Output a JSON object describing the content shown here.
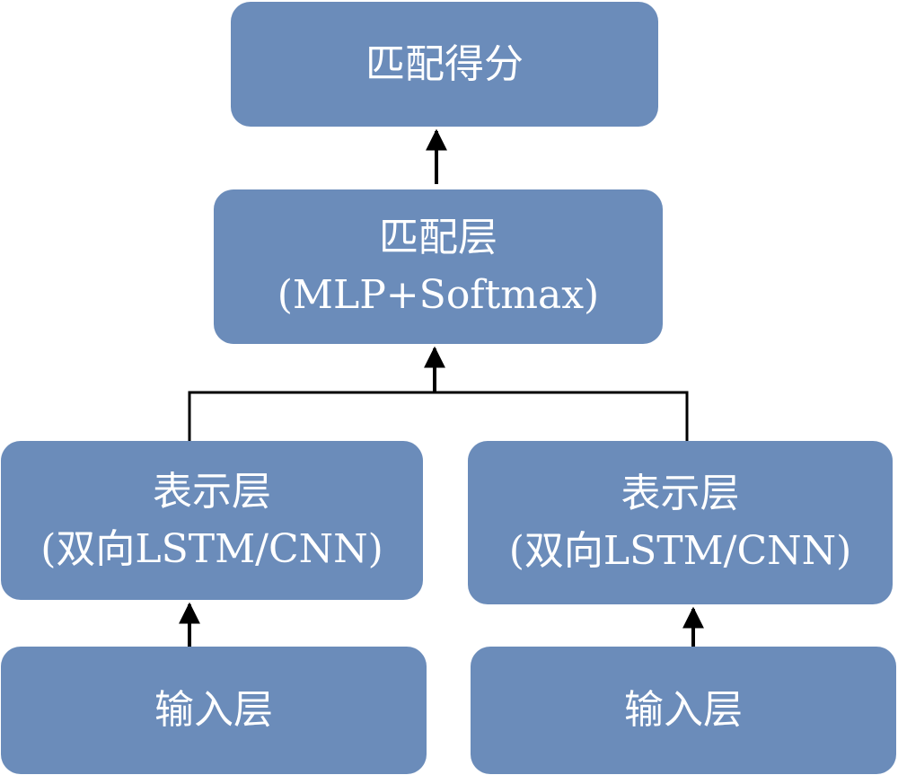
{
  "diagram": {
    "nodes": {
      "score": {
        "lines": [
          "匹配得分"
        ]
      },
      "match": {
        "lines": [
          "匹配层",
          "(MLP+Softmax)"
        ]
      },
      "rep_left": {
        "lines": [
          "表示层",
          "(双向LSTM/CNN)"
        ]
      },
      "rep_right": {
        "lines": [
          "表示层",
          "(双向LSTM/CNN)"
        ]
      },
      "input_left": {
        "lines": [
          "输入层"
        ]
      },
      "input_right": {
        "lines": [
          "输入层"
        ]
      }
    },
    "edges": [
      {
        "from": "input_left",
        "to": "rep_left"
      },
      {
        "from": "input_right",
        "to": "rep_right"
      },
      {
        "from": "rep_left",
        "to": "match"
      },
      {
        "from": "rep_right",
        "to": "match"
      },
      {
        "from": "match",
        "to": "score"
      }
    ],
    "colors": {
      "node_fill": "#6b8cba",
      "node_text": "#ffffff",
      "edge": "#000000"
    }
  }
}
